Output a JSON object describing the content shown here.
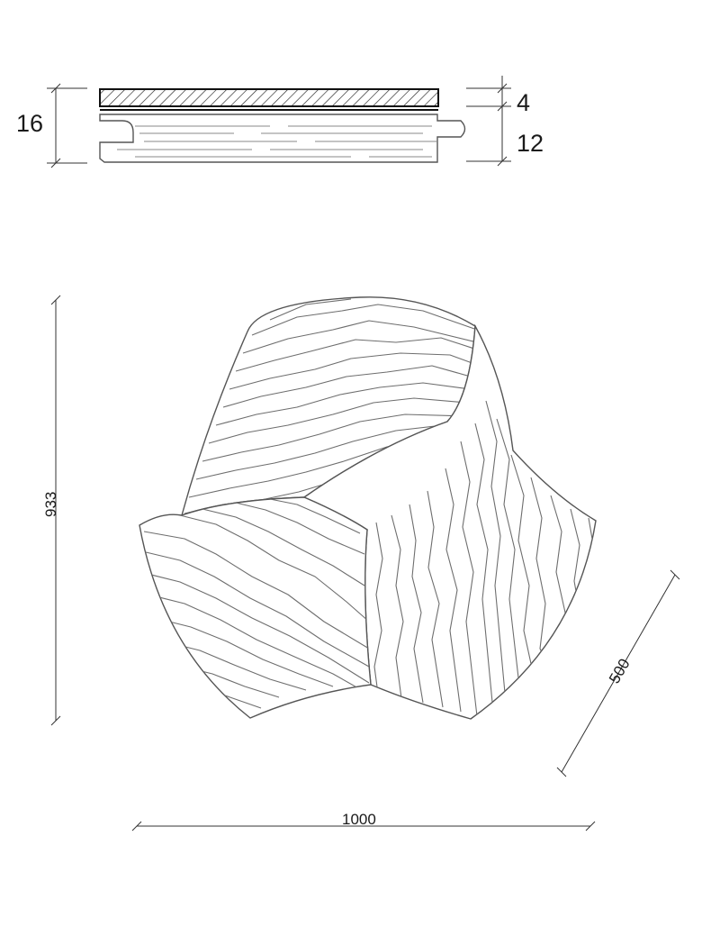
{
  "section": {
    "total_thickness": "16",
    "top_layer": "4",
    "base_layer": "12"
  },
  "tile": {
    "height": "933",
    "width": "1000",
    "side": "500"
  }
}
